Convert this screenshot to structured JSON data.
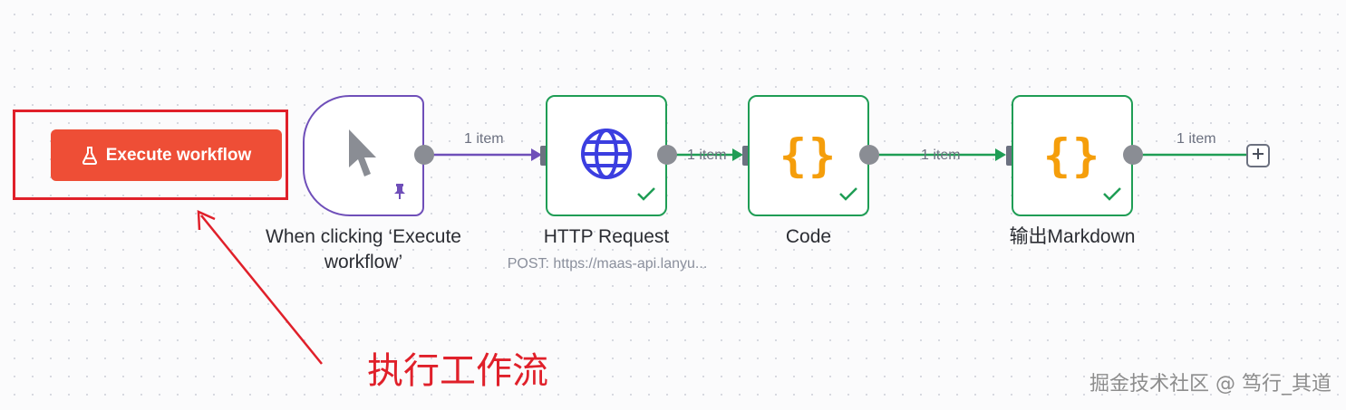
{
  "toolbar": {
    "execute_label": "Execute workflow"
  },
  "nodes": {
    "trigger": {
      "title": "When clicking ‘Execute workflow’"
    },
    "http": {
      "title": "HTTP Request",
      "subtitle": "POST: https://maas-api.lanyu..."
    },
    "code": {
      "title": "Code"
    },
    "markdown": {
      "title": "输出Markdown"
    }
  },
  "connections": {
    "c1": "1 item",
    "c2": "1 item",
    "c3": "1 item",
    "c4": "1 item"
  },
  "annotation": {
    "text": "执行工作流"
  },
  "watermark": "掘金技术社区 @ 笃行_其道",
  "colors": {
    "accent": "#ee4e36",
    "annotation": "#e0202a",
    "success": "#1f9d55",
    "trigger": "#6f4fb9",
    "code_icon": "#f59e0b",
    "http_icon": "#3b3ee0"
  }
}
